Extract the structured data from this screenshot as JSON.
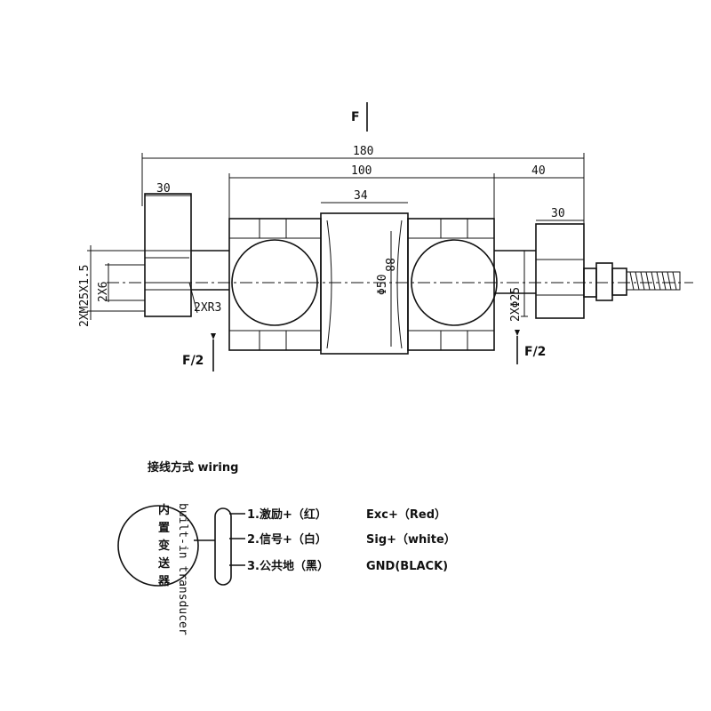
{
  "forces": {
    "top": "F",
    "left": "F/2",
    "right": "F/2"
  },
  "dimensions": {
    "overall": "180",
    "body": "100",
    "right": "40",
    "center_block": "34",
    "left_block": "30",
    "right_block": "30",
    "center_diameter": "Φ50",
    "center_height": "88",
    "right_hole": "2XΦ25",
    "thread": "2XM25X1.5",
    "left_hole": "2X6",
    "radius": "2XR3"
  },
  "wiring": {
    "title": "接线方式 wiring",
    "transducer_cn": [
      "内",
      "置",
      "变",
      "送",
      "器"
    ],
    "transducer_en": "built-in transducer",
    "wires": [
      {
        "cn": "1.激励+（红）",
        "en": "Exc+（Red）"
      },
      {
        "cn": "2.信号+（白）",
        "en": "Sig+（white）"
      },
      {
        "cn": "3.公共地（黑）",
        "en": "GND(BLACK)"
      }
    ]
  }
}
